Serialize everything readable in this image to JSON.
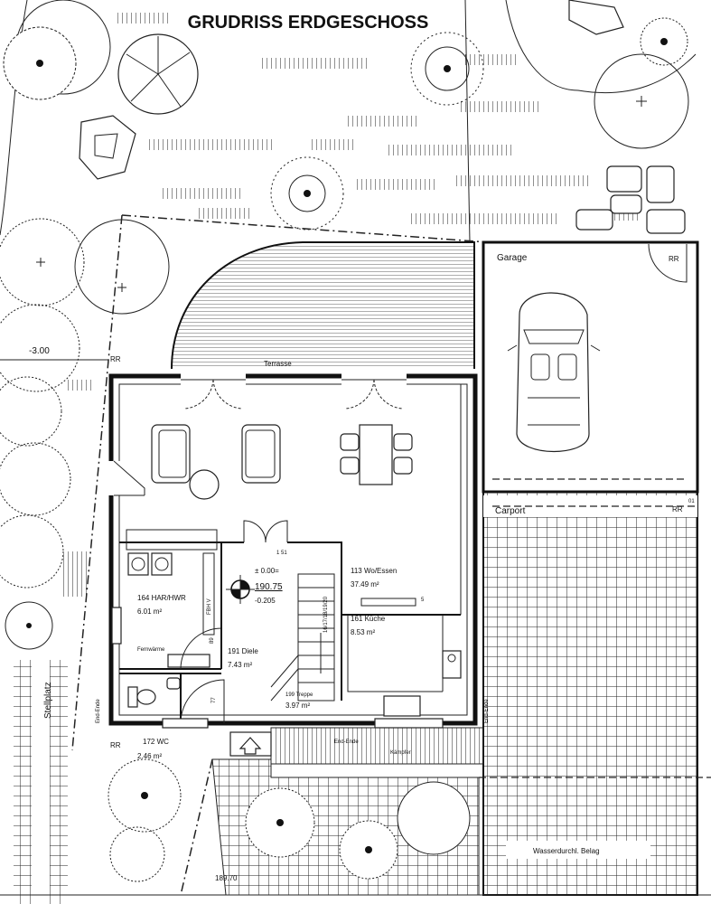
{
  "title": "GRUDRISS ERDGESCHOSS",
  "labels": {
    "garage": "Garage",
    "rr_garage": "RR",
    "level_left": "-3.00",
    "rr_left": "RR",
    "terrasse": "Terrasse",
    "carport": "Carport",
    "rr_carport": "RR",
    "step_151": "1 51",
    "elev_zero": "± 0.00=",
    "elev_19075": "190.75",
    "elev_minus": "-0.205",
    "wo_essen": "113 Wo/Essen",
    "wo_essen_area": "37.49 m²",
    "kueche": "161 Küche",
    "kueche_area": "8.53 m²",
    "har": "164 HAR/HWR",
    "har_area": "6.01 m²",
    "fbhv": "FBH V",
    "fernwaerme": "Fernwärme",
    "diele": "191 Diele",
    "diele_area": "7.43 m²",
    "treppe": "199 Treppe",
    "treppe_area": "3.97 m²",
    "stair_note": "16/17/18/19/20",
    "num_77": "77",
    "num_89": "89",
    "stellplatz": "Stellplatz",
    "rr_bottom": "RR",
    "wc": "172 WC",
    "wc_area": "2.46 m²",
    "kampfer": "Kämpfer",
    "end_left": "End-Ende",
    "end_bottom": "End-Ende",
    "end_right": "End-Ende",
    "num_5": "5",
    "num_01": "01",
    "wasser": "Wasserdurchl. Belag",
    "bottom_level": "189.70"
  },
  "icons": [
    "tree-icon",
    "shrub-icon",
    "car-icon",
    "sofa-icon",
    "armchair-icon",
    "dining-table-icon",
    "chair-icon",
    "toilet-icon",
    "sink-icon",
    "washing-machine-icon",
    "entrance-arrow-icon",
    "elevation-marker-icon",
    "stair-arrow-icon"
  ]
}
